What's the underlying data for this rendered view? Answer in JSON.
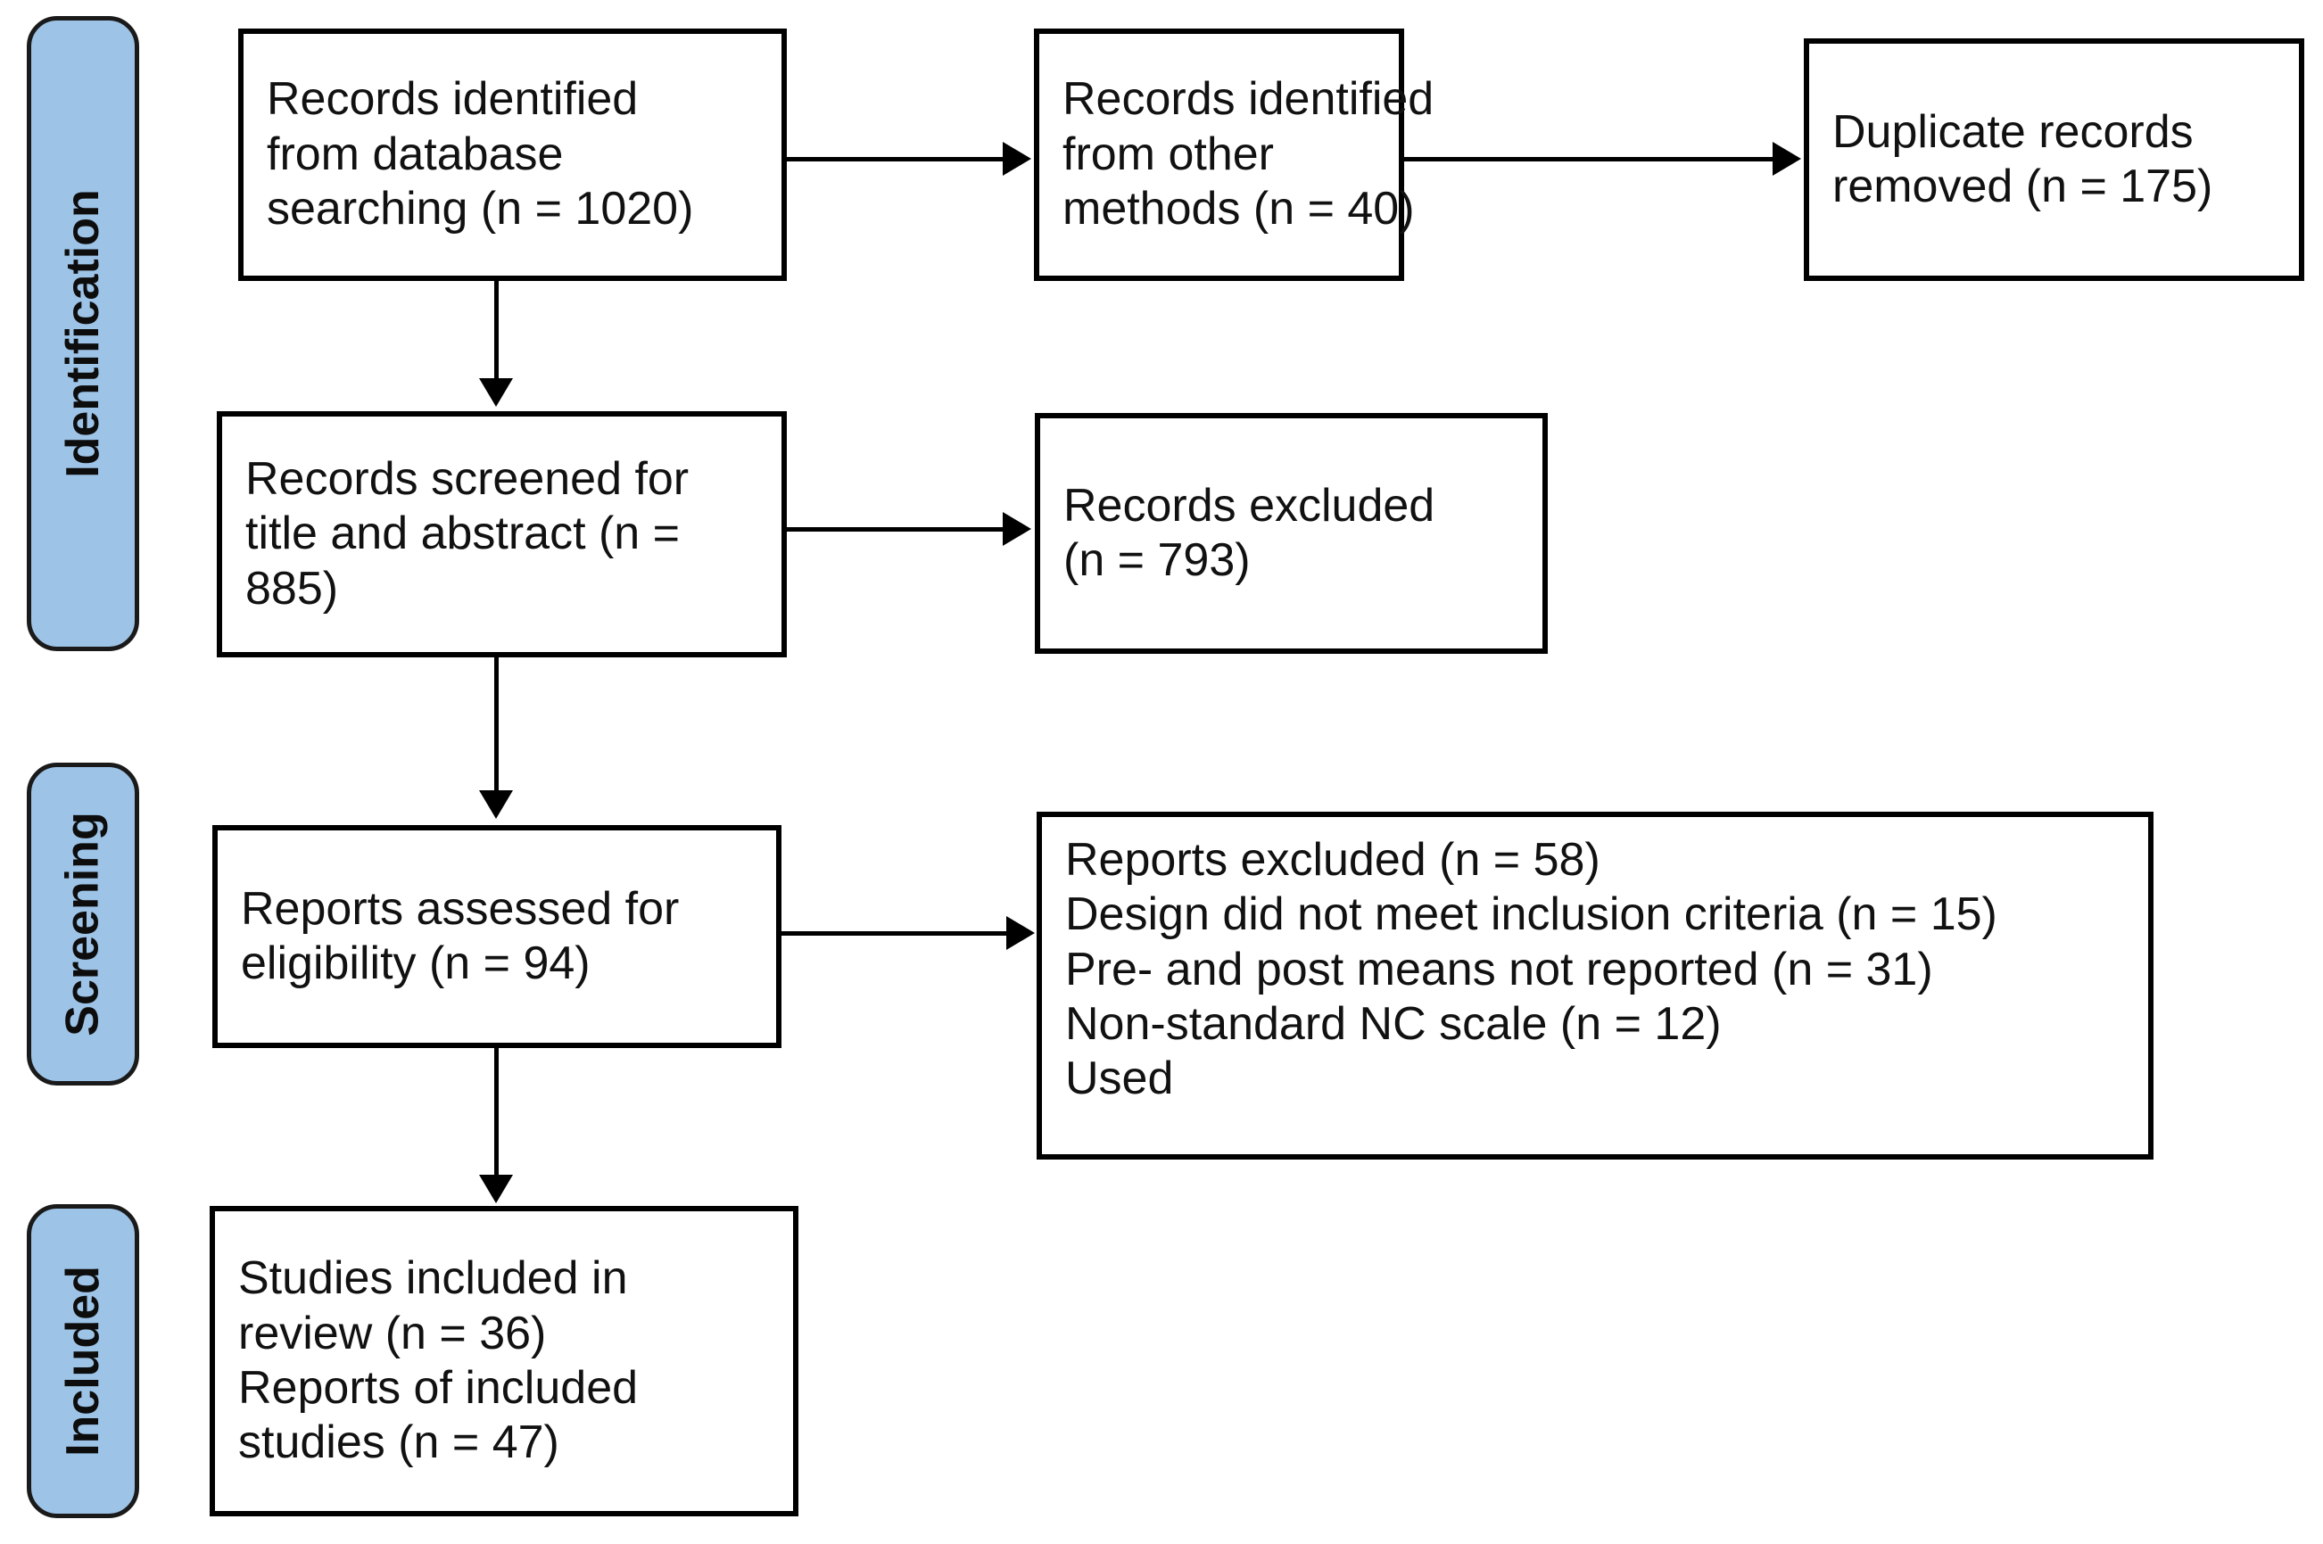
{
  "diagram": {
    "type": "PRISMA flow diagram",
    "accent_color": "#9DC3E6",
    "line_color": "#000000",
    "background": "#ffffff"
  },
  "stages": [
    {
      "id": "identification",
      "label": "Identification"
    },
    {
      "id": "screening",
      "label": "Screening"
    },
    {
      "id": "included",
      "label": "Included"
    }
  ],
  "boxes": {
    "records_identified_database": {
      "lines": [
        "Records identified",
        "from database",
        "searching (n = 1020)"
      ],
      "count": 1020
    },
    "records_identified_other": {
      "lines": [
        "Records identified",
        "from other",
        "methods (n = 40)"
      ],
      "count": 40
    },
    "duplicate_records_removed": {
      "lines": [
        "Duplicate records",
        "removed (n = 175)"
      ],
      "count": 175
    },
    "records_screened": {
      "lines": [
        "Records screened for",
        "title and abstract (n =",
        "885)"
      ],
      "count": 885
    },
    "records_excluded": {
      "lines": [
        "Records excluded",
        "(n = 793)"
      ],
      "count": 793
    },
    "reports_assessed": {
      "lines": [
        "Reports assessed for",
        "eligibility (n = 94)"
      ],
      "count": 94
    },
    "reports_excluded": {
      "lines": [
        "Reports excluded (n = 58)",
        "Design did not meet inclusion criteria (n = 15)",
        "Pre- and post means not reported (n = 31)",
        "Non-standard NC scale (n = 12)",
        "Used"
      ],
      "count": 58,
      "reasons": [
        {
          "reason": "Design did not meet inclusion criteria",
          "n": 15
        },
        {
          "reason": "Pre- and post means not reported",
          "n": 31
        },
        {
          "reason": "Non-standard NC scale",
          "n": 12
        },
        {
          "reason": "Used",
          "n": null
        }
      ]
    },
    "studies_included": {
      "lines": [
        "Studies included in",
        "review (n = 36)",
        "Reports of included",
        "studies (n = 47)"
      ],
      "studies_count": 36,
      "reports_count": 47
    }
  }
}
